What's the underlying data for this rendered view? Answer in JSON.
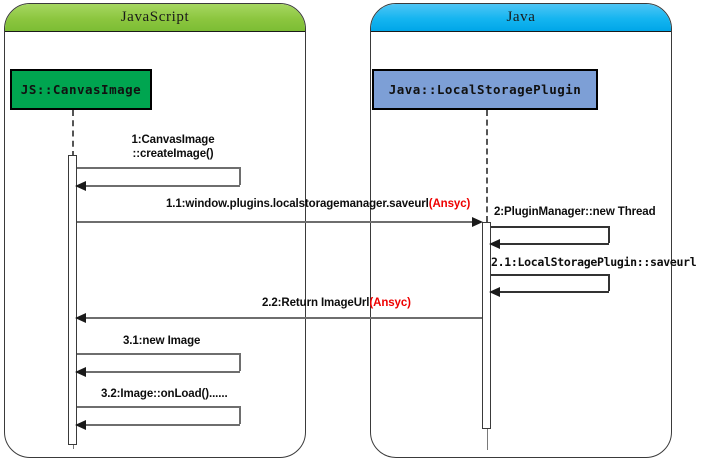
{
  "diagram": {
    "type": "uml-sequence-diagram",
    "title": "",
    "colors": {
      "js_frame_header": "#8cc63f",
      "java_frame_header": "#15b5f0",
      "js_actor_box": "#00a550",
      "java_actor_box": "#7d9fd6",
      "async_tag": "#ee0000",
      "arrow": "#6e6e6e",
      "frame_border": "#3a3a3a"
    }
  },
  "frames": [
    {
      "id": "js",
      "title": "JavaScript"
    },
    {
      "id": "java",
      "title": "Java"
    }
  ],
  "participants": [
    {
      "id": "js-canvasimage",
      "label": "JS::CanvasImage",
      "frame": "js"
    },
    {
      "id": "java-localstorage",
      "label": "Java::LocalStoragePlugin",
      "frame": "java"
    }
  ],
  "messages": [
    {
      "seq": "1",
      "label_line1": "1:CanvasImage",
      "label_line2": "::createImage()",
      "kind": "self-call",
      "from": "js-canvasimage",
      "to": "js-canvasimage",
      "async": false
    },
    {
      "seq": "1.1",
      "label": "1.1:window.plugins.localstoragemanager.saveurl",
      "async_tag": "(Ansyc)",
      "kind": "call",
      "from": "js-canvasimage",
      "to": "java-localstorage",
      "async": true
    },
    {
      "seq": "2",
      "label": "2:PluginManager::new Thread",
      "kind": "self-call",
      "from": "java-localstorage",
      "to": "java-localstorage",
      "async": false
    },
    {
      "seq": "2.1",
      "label": "2.1:LocalStoragePlugin::saveurl",
      "kind": "self-call",
      "from": "java-localstorage",
      "to": "java-localstorage",
      "async": false
    },
    {
      "seq": "2.2",
      "label": "2.2:Return ImageUrl",
      "async_tag": "(Ansyc)",
      "kind": "return",
      "from": "java-localstorage",
      "to": "js-canvasimage",
      "async": true
    },
    {
      "seq": "3.1",
      "label": "3.1:new Image",
      "kind": "self-call",
      "from": "js-canvasimage",
      "to": "js-canvasimage",
      "async": false
    },
    {
      "seq": "3.2",
      "label": "3.2:Image::onLoad()......",
      "kind": "self-call",
      "from": "js-canvasimage",
      "to": "js-canvasimage",
      "async": false
    }
  ]
}
